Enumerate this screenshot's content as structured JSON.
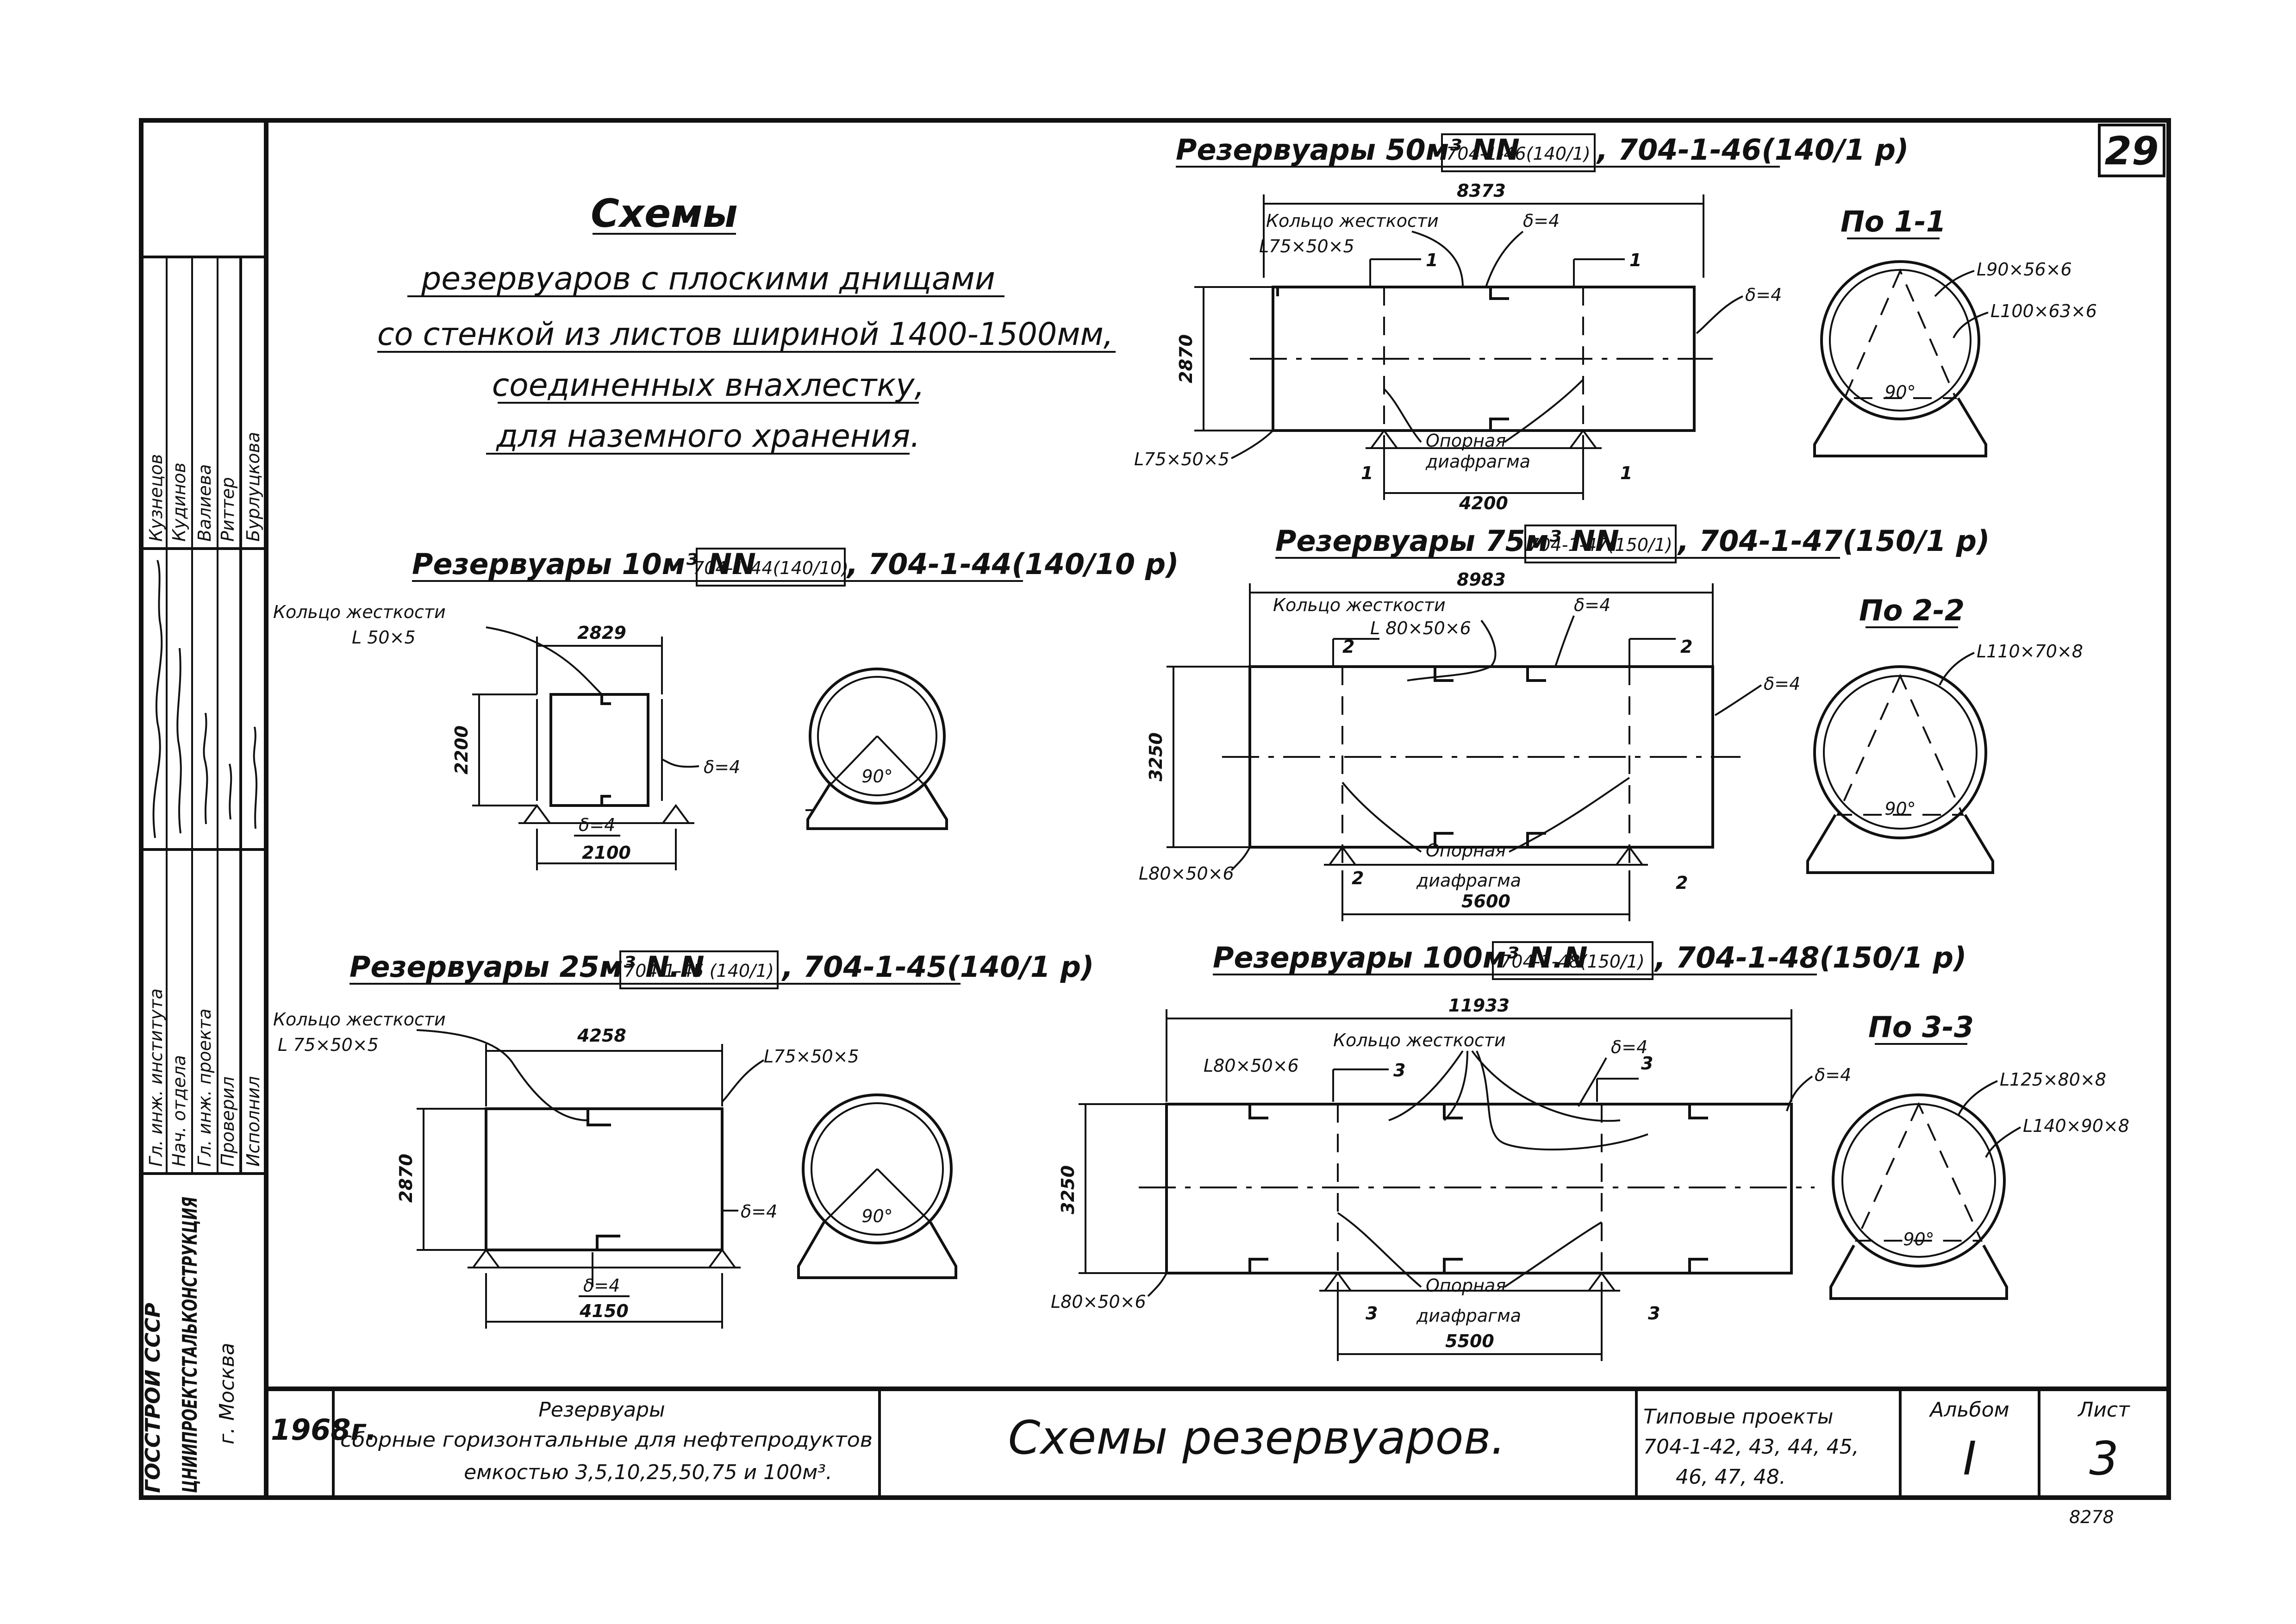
{
  "page_number": "29",
  "heading": {
    "title": "Схемы",
    "line1": "резервуаров с плоскими днищами",
    "line2": "со стенкой из листов шириной 1400-1500мм,",
    "line3": "соединенных внахлестку,",
    "line4": "для наземного хранения."
  },
  "staff": {
    "names": [
      "Кузнецов",
      "Кудинов",
      "Валиева",
      "Риттер",
      "Бурлуцкова"
    ],
    "roles": [
      "Гл. инж. института",
      "Нач. отдела",
      "Гл. инж. проекта",
      "Проверил",
      "Исполнил"
    ],
    "org": [
      "ГОССТРОЙ СССР",
      "ЦНИИПРОЕКТСТАЛЬКОНСТРУКЦИЯ",
      "г. Москва"
    ]
  },
  "tanks": {
    "t10": {
      "title": "Резервуары 10м³ NN",
      "code_box": "704-1-44(140/10)",
      "code_extra": ", 704-1-44(140/10 р)",
      "ring_label": "Кольцо жесткости",
      "ring_profile": "L 50×5",
      "length_top": "2829",
      "diameter": "2200",
      "length_bottom": "2100",
      "delta_side": "δ=4",
      "delta_bottom": "δ=4",
      "angle": "90°"
    },
    "t25": {
      "title": "Резервуары 25м³ N.N",
      "code_box": "704-1-45 (140/1)",
      "code_extra": ", 704-1-45(140/1 р)",
      "ring_label": "Кольцо жесткости",
      "ring_profile": "L 75×50×5",
      "corner_profile": "L75×50×5",
      "length_top": "4258",
      "diameter": "2870",
      "length_bottom": "4150",
      "delta_side": "δ=4",
      "delta_bottom": "δ=4",
      "angle": "90°"
    },
    "t50": {
      "title": "Резервуары 50м³ NN",
      "code_box": "704-1-46(140/1)",
      "code_extra": ", 704-1-46(140/1 р)",
      "ring_label": "Кольцо жесткости",
      "ring_profile": "L75×50×5",
      "corner_profile": "L75×50×5",
      "length_top": "8373",
      "diameter": "2870",
      "support_span": "4200",
      "delta_top": "δ=4",
      "delta_side": "δ=4",
      "section_mark": "1",
      "diaphragm_1": "Опорная",
      "diaphragm_2": "диафрагма",
      "section_title": "По 1-1",
      "section_profile_1": "L90×56×6",
      "section_profile_2": "L100×63×6",
      "angle": "90°"
    },
    "t75": {
      "title": "Резервуары 75м³ NN",
      "code_box": "704-1-47(150/1)",
      "code_extra": ", 704-1-47(150/1 р)",
      "ring_label": "Кольцо жесткости",
      "ring_profile": "L 80×50×6",
      "corner_profile": "L80×50×6",
      "length_top": "8983",
      "diameter": "3250",
      "support_span": "5600",
      "delta_top": "δ=4",
      "delta_side": "δ=4",
      "section_mark": "2",
      "diaphragm_1": "Опорная",
      "diaphragm_2": "диафрагма",
      "section_title": "По 2-2",
      "section_profile_1": "L110×70×8",
      "angle": "90°"
    },
    "t100": {
      "title": "Резервуары 100м³ N.N",
      "code_box": "704-1-48(150/1)",
      "code_extra": ", 704-1-48(150/1 р)",
      "ring_label": "Кольцо жесткости",
      "ring_profile": "L80×50×6",
      "corner_profile": "L80×50×6",
      "length_top": "11933",
      "diameter": "3250",
      "support_span": "5500",
      "delta_top": "δ=4",
      "delta_side": "δ=4",
      "section_mark": "3",
      "diaphragm_1": "Опорная",
      "diaphragm_2": "диафрагма",
      "section_title": "По 3-3",
      "section_profile_1": "L125×80×8",
      "section_profile_2": "L140×90×8",
      "angle": "90°"
    }
  },
  "stamp": {
    "year": "1968г.",
    "desc_1": "Резервуары",
    "desc_2": "сборные горизонтальные для нефтепродуктов",
    "desc_3": "емкостью 3,5,10,25,50,75 и 100м³.",
    "name": "Схемы резервуаров.",
    "project_label": "Типовые проекты",
    "project_codes_1": "704-1-42, 43, 44, 45,",
    "project_codes_2": "46, 47, 48.",
    "album_label": "Альбом",
    "album_value": "I",
    "sheet_label": "Лист",
    "sheet_value": "3",
    "inventory": "8278"
  }
}
